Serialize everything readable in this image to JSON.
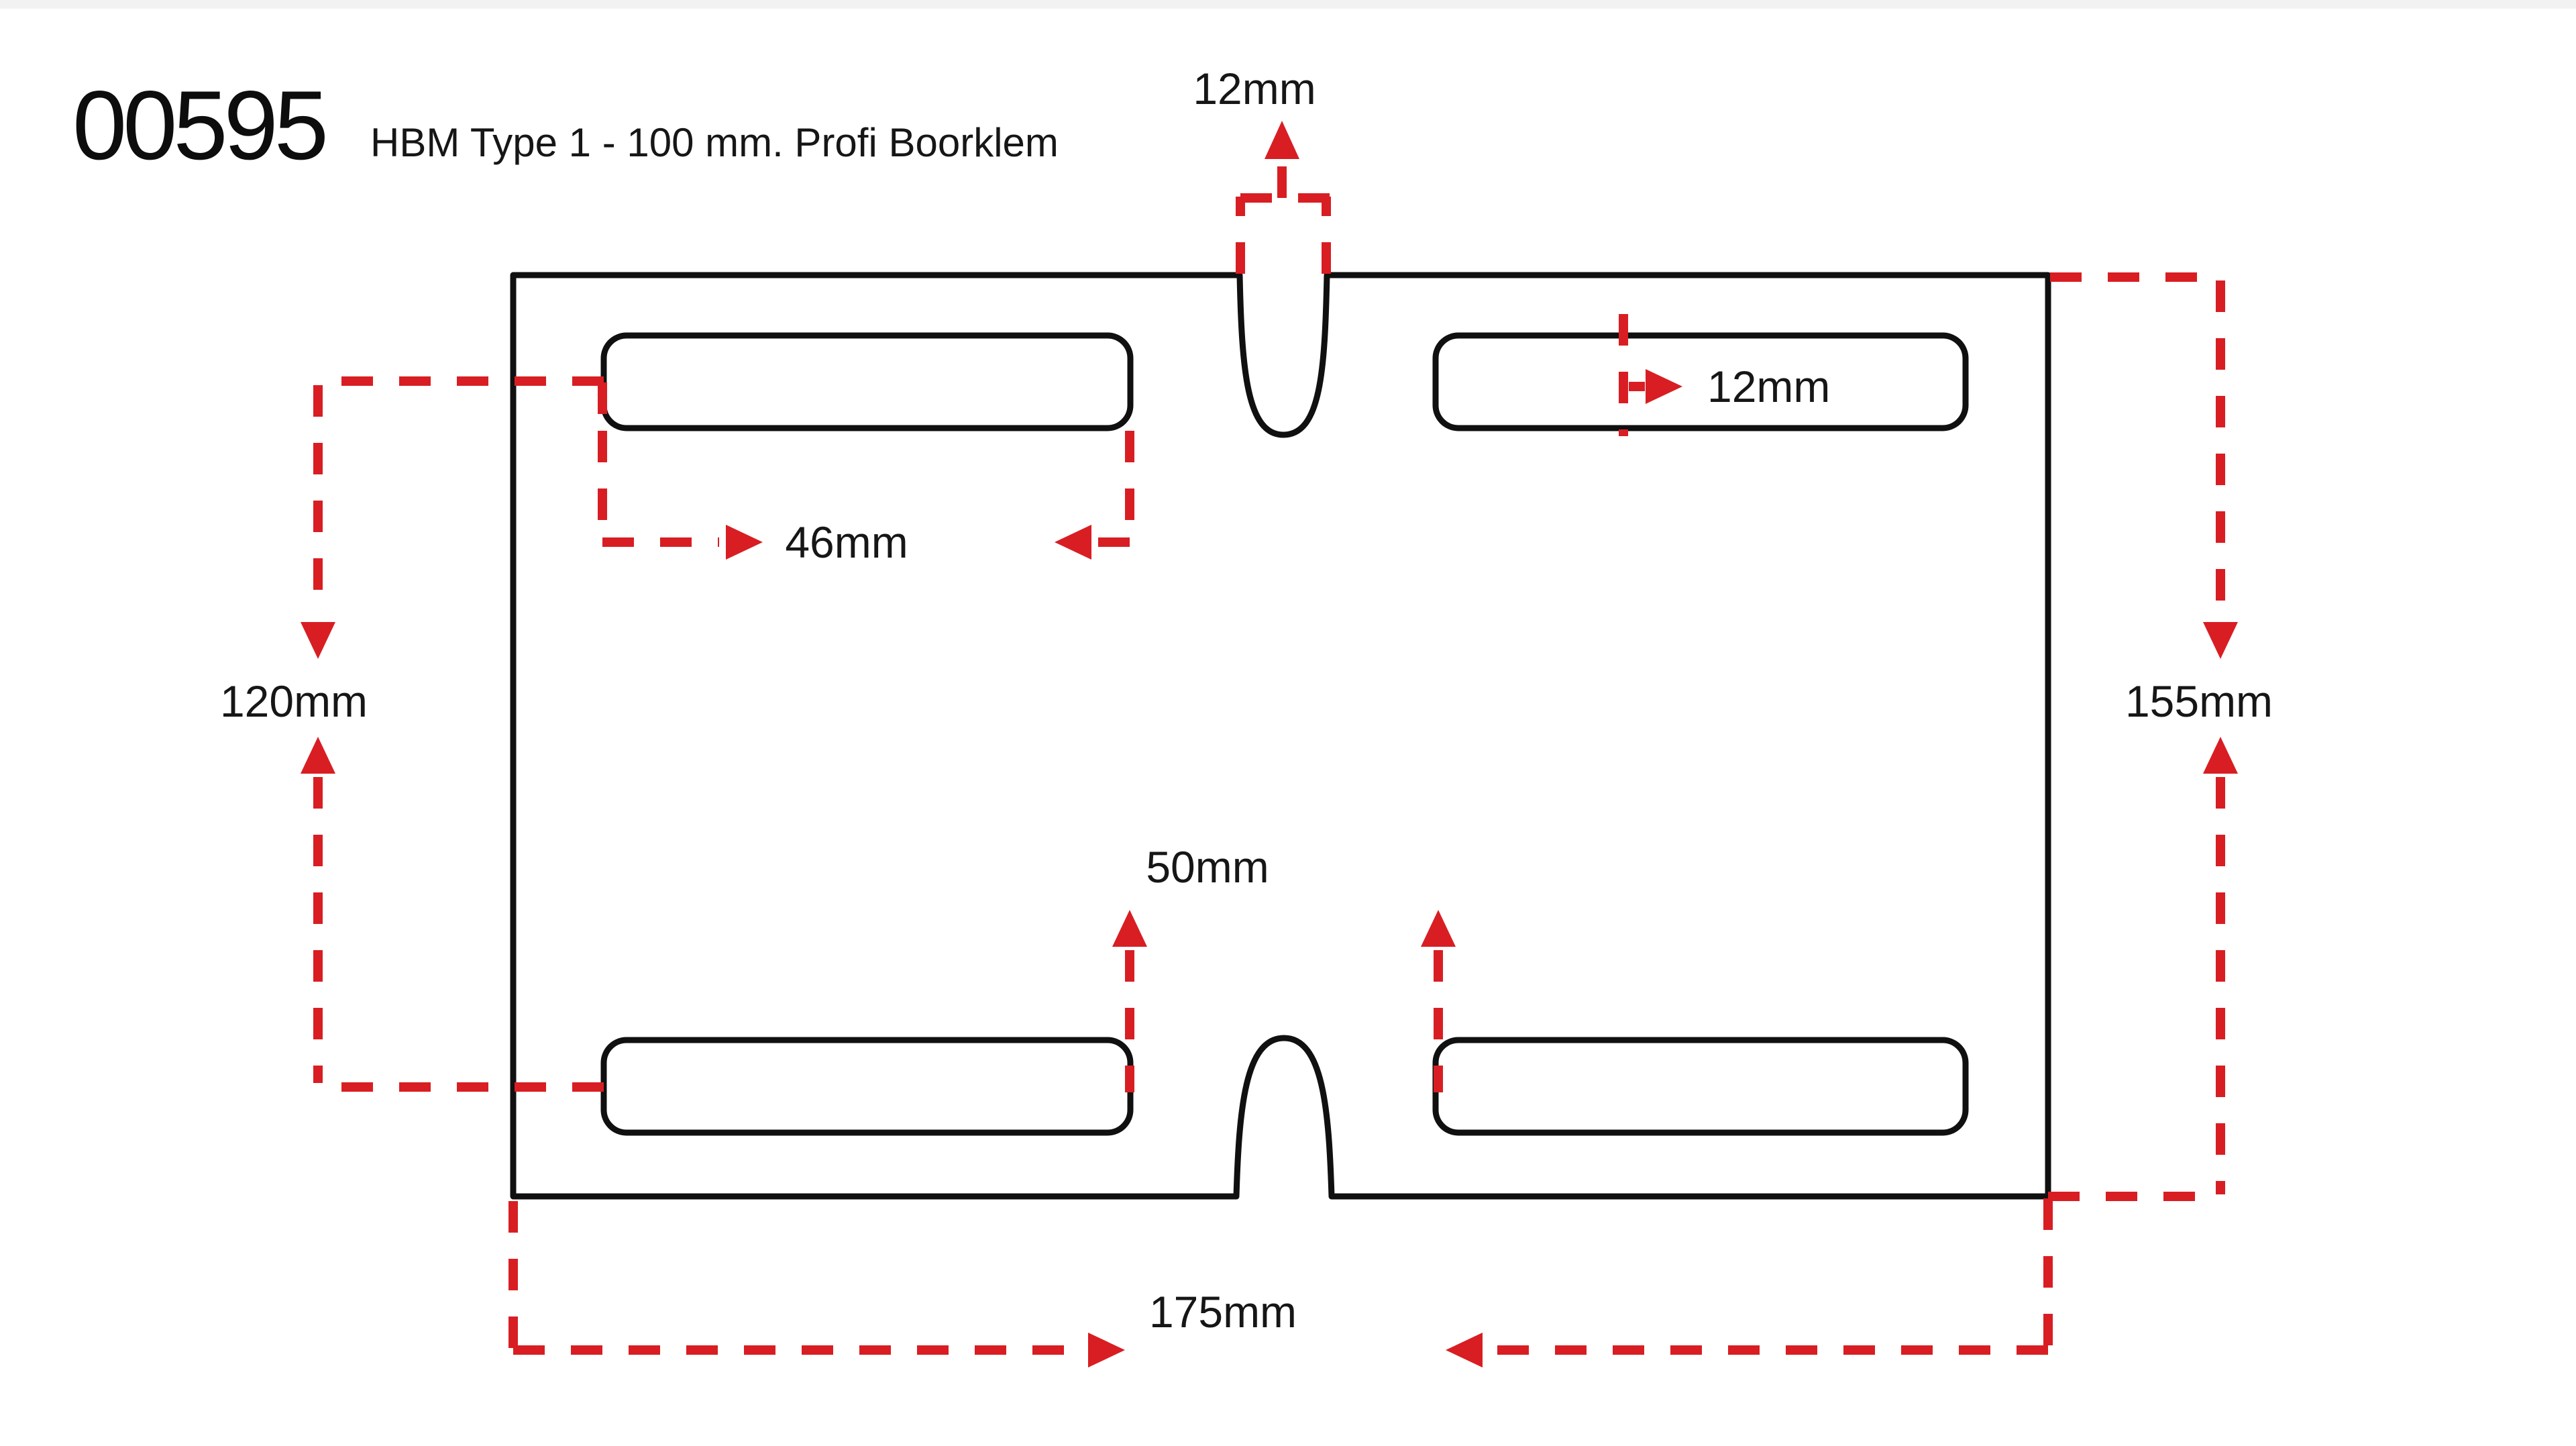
{
  "title": {
    "sku": "00595",
    "product": "HBM Type 1 - 100 mm. Profi Boorklem"
  },
  "colors": {
    "dimension_red": "#d81e23",
    "drawing_black": "#101010",
    "background": "#ffffff"
  },
  "drawing": {
    "type": "technical-dimension-drawing",
    "part": "drill clamp plate with 4 rounded slots and 2 edge notches",
    "dimensions": {
      "top_notch_width": "12mm",
      "slot_height": "12mm",
      "slot_length": "46mm",
      "slot_row_spacing": "120mm",
      "plate_height": "155mm",
      "bottom_slot_gap": "50mm",
      "plate_width": "175mm"
    }
  }
}
